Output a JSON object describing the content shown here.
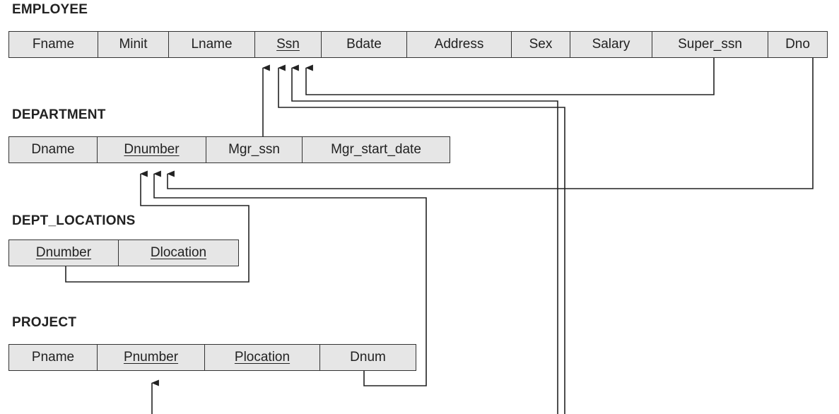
{
  "relations": {
    "employee": {
      "name": "EMPLOYEE",
      "attributes": [
        {
          "label": "Fname",
          "pk": false
        },
        {
          "label": "Minit",
          "pk": false
        },
        {
          "label": "Lname",
          "pk": false
        },
        {
          "label": "Ssn",
          "pk": true
        },
        {
          "label": "Bdate",
          "pk": false
        },
        {
          "label": "Address",
          "pk": false
        },
        {
          "label": "Sex",
          "pk": false
        },
        {
          "label": "Salary",
          "pk": false
        },
        {
          "label": "Super_ssn",
          "pk": false
        },
        {
          "label": "Dno",
          "pk": false
        }
      ]
    },
    "department": {
      "name": "DEPARTMENT",
      "attributes": [
        {
          "label": "Dname",
          "pk": false
        },
        {
          "label": "Dnumber",
          "pk": true
        },
        {
          "label": "Mgr_ssn",
          "pk": false
        },
        {
          "label": "Mgr_start_date",
          "pk": false
        }
      ]
    },
    "dept_locations": {
      "name": "DEPT_LOCATIONS",
      "attributes": [
        {
          "label": "Dnumber",
          "pk": true
        },
        {
          "label": "Dlocation",
          "pk": true
        }
      ]
    },
    "project": {
      "name": "PROJECT",
      "attributes": [
        {
          "label": "Pname",
          "pk": false
        },
        {
          "label": "Pnumber",
          "pk": true
        },
        {
          "label": "Plocation",
          "pk": true
        },
        {
          "label": "Dnum",
          "pk": false
        }
      ]
    }
  },
  "references": [
    {
      "from": "EMPLOYEE.Super_ssn",
      "to": "EMPLOYEE.Ssn"
    },
    {
      "from": "EMPLOYEE.Dno",
      "to": "DEPARTMENT.Dnumber"
    },
    {
      "from": "DEPARTMENT.Mgr_ssn",
      "to": "EMPLOYEE.Ssn"
    },
    {
      "from": "DEPT_LOCATIONS.Dnumber",
      "to": "DEPARTMENT.Dnumber"
    },
    {
      "from": "PROJECT.Dnum",
      "to": "DEPARTMENT.Dnumber"
    }
  ],
  "colors": {
    "cell_fill": "#e6e6e6",
    "line": "#222222"
  }
}
